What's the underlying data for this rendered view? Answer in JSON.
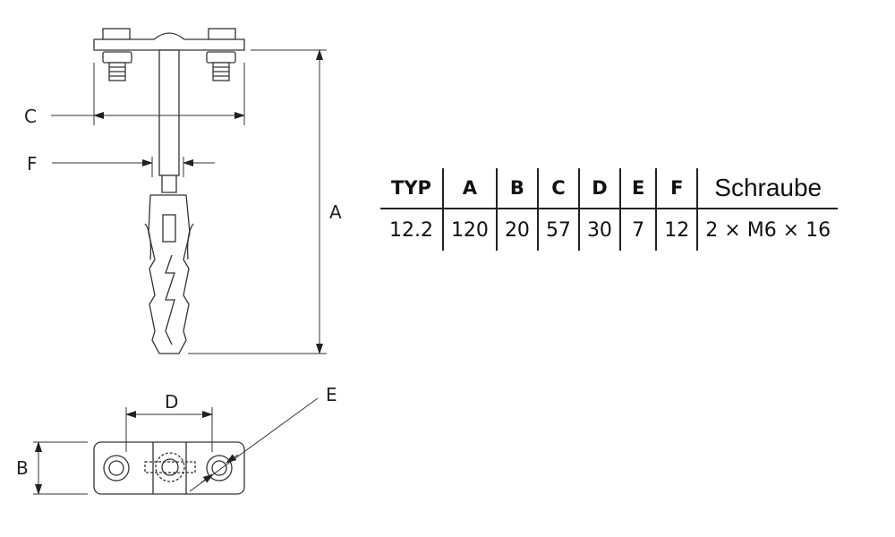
{
  "labels": {
    "A": "A",
    "B": "B",
    "C": "C",
    "D": "D",
    "E": "E",
    "F": "F"
  },
  "table": {
    "headers": [
      "TYP",
      "A",
      "B",
      "C",
      "D",
      "E",
      "F",
      "Schraube"
    ],
    "rows": [
      [
        "12.2",
        "120",
        "20",
        "57",
        "30",
        "7",
        "12",
        "2 × M6 × 16"
      ]
    ]
  }
}
